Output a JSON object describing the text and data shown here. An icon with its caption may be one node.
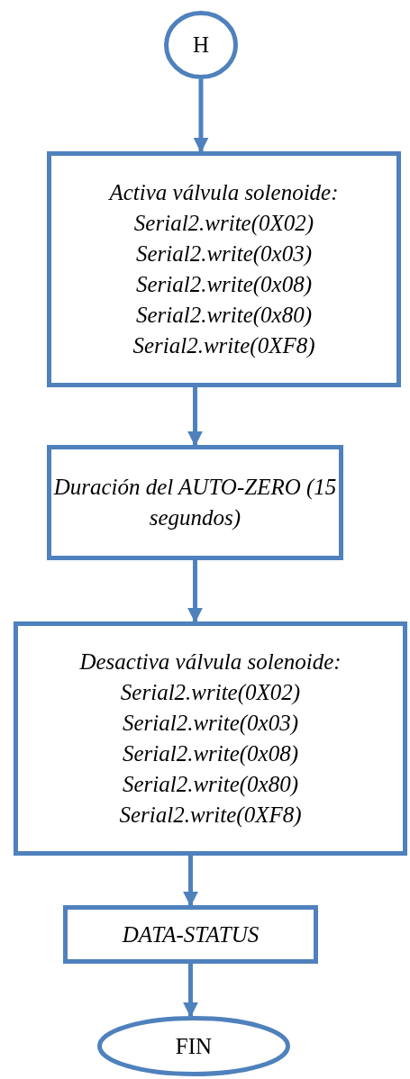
{
  "diagram": {
    "nodes": [
      {
        "text": [
          "H"
        ]
      },
      {
        "text": [
          "Activa válvula solenoide:",
          "Serial2.write(0X02)",
          "Serial2.write(0x03)",
          "Serial2.write(0x08)",
          "Serial2.write(0x80)",
          "Serial2.write(0XF8)"
        ]
      },
      {
        "text": [
          "Duración del AUTO-ZERO (15 segundos)"
        ]
      },
      {
        "text": [
          "Desactiva válvula solenoide:",
          "Serial2.write(0X02)",
          "Serial2.write(0x03)",
          "Serial2.write(0x08)",
          "Serial2.write(0x80)",
          "Serial2.write(0XF8)"
        ]
      },
      {
        "text": [
          "DATA-STATUS"
        ]
      },
      {
        "text": [
          "FIN"
        ]
      }
    ],
    "edges": [
      {
        "from": 0,
        "to": 1,
        "arrow": "to"
      },
      {
        "from": 1,
        "to": 2,
        "arrow": "to"
      },
      {
        "from": 2,
        "to": 3,
        "arrow": "to"
      },
      {
        "from": 3,
        "to": 4,
        "arrow": "to"
      },
      {
        "from": 4,
        "to": 5,
        "arrow": "to"
      }
    ]
  }
}
